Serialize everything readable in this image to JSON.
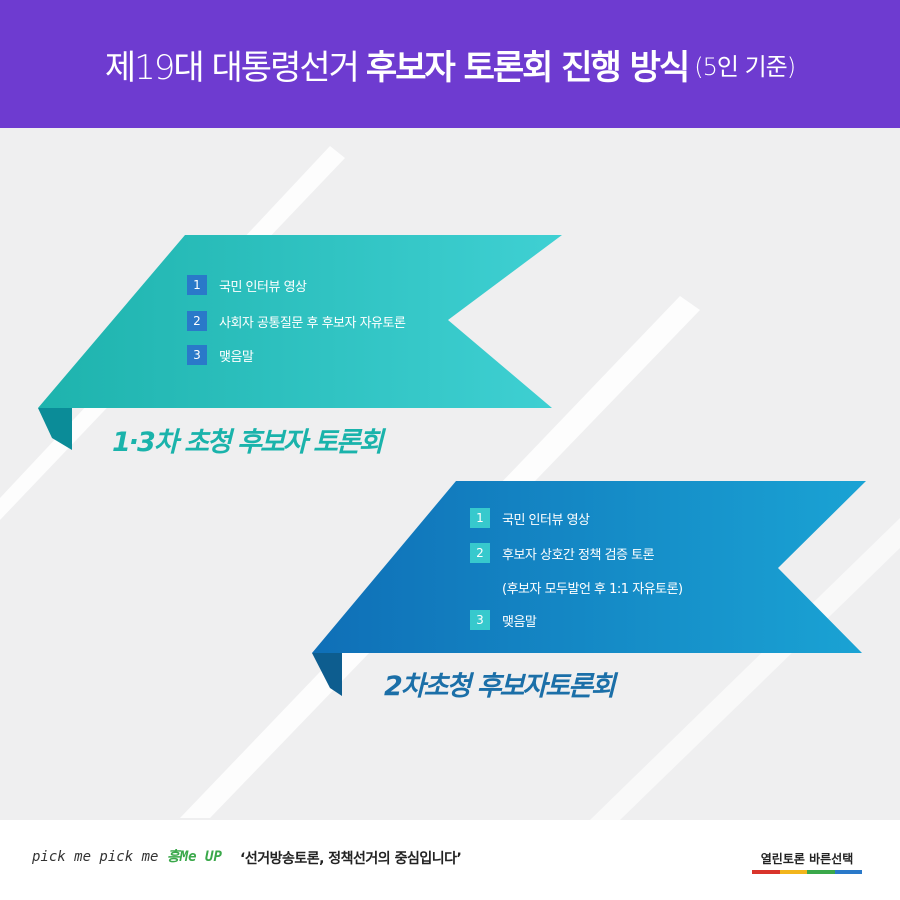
{
  "header": {
    "title_light": "제19대 대통령선거",
    "title_bold": "후보자 토론회 진행 방식",
    "title_small": "(5인 기준)"
  },
  "colors": {
    "header_bg": "#6e3bd0",
    "ribbon1_teal": "#2fc4bf",
    "ribbon2_blue": "#1788c6",
    "title1_color": "#1ab3ab",
    "title2_color": "#1b6fa8"
  },
  "section1": {
    "items": [
      {
        "num": "1",
        "text": "국민 인터뷰 영상"
      },
      {
        "num": "2",
        "text": "사회자 공통질문 후 후보자 자유토론"
      },
      {
        "num": "3",
        "text": "맺음말"
      }
    ],
    "title": "1·3차 초청 후보자 토론회"
  },
  "section2": {
    "items": [
      {
        "num": "1",
        "text": "국민 인터뷰 영상"
      },
      {
        "num": "2",
        "text": "후보자 상호간 정책 검증 토론"
      },
      {
        "num": "",
        "text": "(후보자 모두발언 후 1:1 자유토론)"
      },
      {
        "num": "3",
        "text": "맺음말"
      }
    ],
    "title": "2차초청 후보자토론회"
  },
  "footer": {
    "script_part1": "pick me pick me",
    "script_accent": "흥Me UP",
    "quote": "‘선거방송토론, 정책선거의 중심입니다’",
    "brand": "열린토론 바른선택",
    "brand_bar_colors": [
      "#d9342b",
      "#f2b51c",
      "#3aa84a",
      "#2a79c9"
    ]
  }
}
